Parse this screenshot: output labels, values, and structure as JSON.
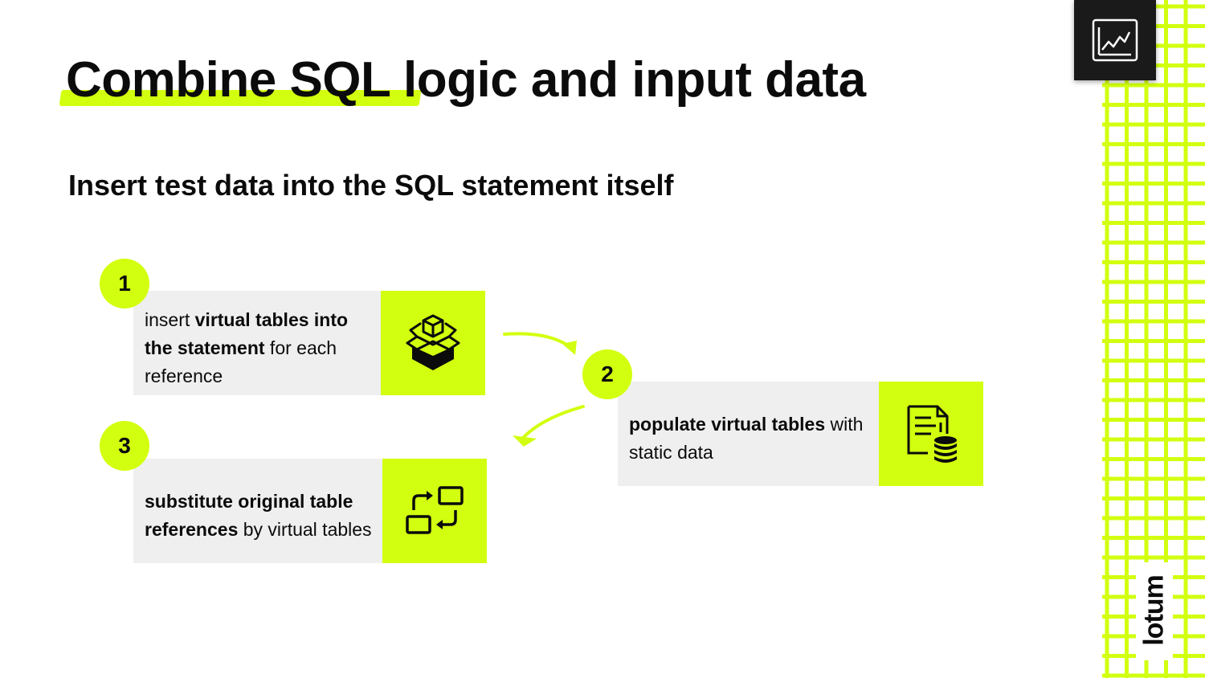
{
  "slide": {
    "title": "Combine SQL logic and input data",
    "subtitle": "Insert test data into the SQL statement itself"
  },
  "steps": [
    {
      "number": "1",
      "segments": [
        {
          "text": "insert ",
          "bold": false
        },
        {
          "text": "virtual tables into the statement",
          "bold": true
        },
        {
          "text": " for each reference",
          "bold": false
        }
      ],
      "icon": "open-box-icon"
    },
    {
      "number": "2",
      "segments": [
        {
          "text": "populate virtual tables",
          "bold": true
        },
        {
          "text": " with static data",
          "bold": false
        }
      ],
      "icon": "document-database-icon"
    },
    {
      "number": "3",
      "segments": [
        {
          "text": "substitute original table references",
          "bold": true
        },
        {
          "text": " by virtual tables",
          "bold": false
        }
      ],
      "icon": "swap-windows-icon"
    }
  ],
  "brand": {
    "name": "lotum",
    "logo_icon": "line-chart-icon"
  },
  "colors": {
    "accent": "#d2ff0f",
    "card_bg": "#efefef",
    "text": "#0b0b0b",
    "logo_bg": "#1a1a1a"
  }
}
